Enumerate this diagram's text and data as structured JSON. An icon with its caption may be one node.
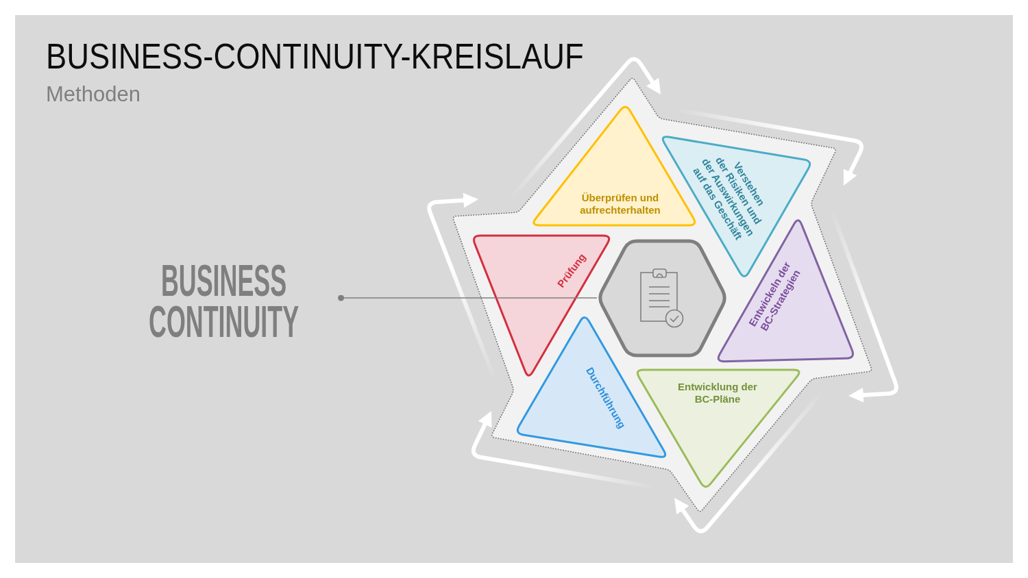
{
  "diagram": {
    "title": "BUSINESS-CONTINUITY-KREISLAUF",
    "nodes": [
      {
        "text": [
          "BUSINESS CONTINUITY"
        ]
      },
      {
        "text": [],
        "shape": "star"
      },
      {
        "text": [],
        "shape": "hexagon",
        "in": 1
      },
      {
        "text": [
          "Überprüfen und aufrechterhalten"
        ],
        "in": 1
      },
      {
        "text": [
          "Verstehen der Risiken und der Auswirkungen auf das Geschäft"
        ],
        "in": 1
      },
      {
        "text": [
          "Entwickeln der BC-Strategien"
        ],
        "in": 1
      },
      {
        "text": [
          "Entwicklung der BC-Pläne"
        ],
        "in": 1
      },
      {
        "text": [
          "Durchführung"
        ],
        "in": 1
      },
      {
        "text": [
          "Prüfung"
        ],
        "in": 1
      }
    ],
    "edges": [
      {
        "from": 0,
        "to": 2,
        "arrow": "other"
      }
    ],
    "labels": [
      "Methoden"
    ]
  }
}
